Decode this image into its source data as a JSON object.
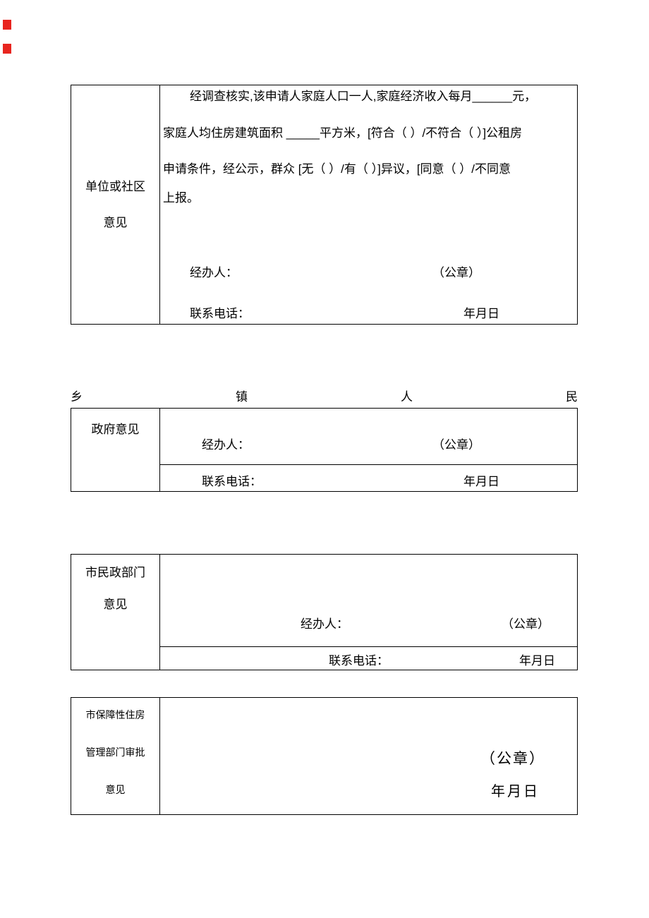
{
  "colors": {
    "revision_mark": "#e8251f",
    "border": "#000000",
    "text": "#000000"
  },
  "section1": {
    "title_lines": [
      "单位或社区",
      "意见"
    ],
    "body_lines": [
      "经调查核实,该申请人家庭人口一人,家庭经济收入每月______元，",
      "家庭人均住房建筑面积 _____平方米，[符合（ ）/不符合（ ）]公租房",
      "申请条件，经公示，群众 [无（ ）/有（ ）]异议，[同意（ ）/不同意",
      "上报。"
    ],
    "handler_label": "经办人：",
    "seal_label": "（公章）",
    "phone_label": "联系电话：",
    "date_label": "年月日"
  },
  "section2": {
    "spread": [
      "乡",
      "镇",
      "人",
      "民"
    ],
    "title": "政府意见",
    "handler_label": "经办人：",
    "seal_label": "（公章）",
    "phone_label": "联系电话：",
    "date_label": "年月日"
  },
  "section3": {
    "title_lines": [
      "市民政部门",
      "意见"
    ],
    "handler_label": "经办人：",
    "seal_label": "（公章）",
    "phone_label": "联系电话：",
    "date_label": "年月日"
  },
  "section4": {
    "title_lines": [
      "市保障性住房",
      "管理部门审批",
      "意见"
    ],
    "seal_label": "（公章）",
    "date_label": "年月日"
  }
}
